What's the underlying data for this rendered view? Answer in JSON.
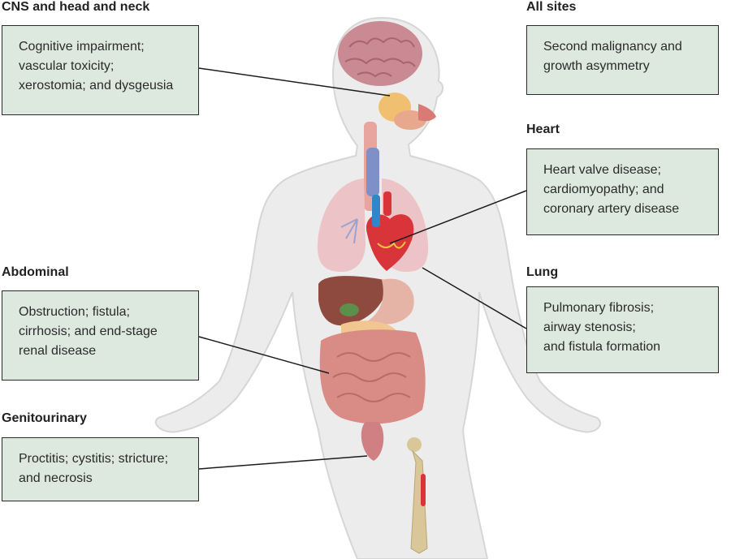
{
  "sections": {
    "cns": {
      "heading": "CNS and head and neck",
      "lines": [
        "Cognitive impairment;",
        "vascular toxicity;",
        "xerostomia; and dysgeusia"
      ]
    },
    "all_sites": {
      "heading": "All sites",
      "lines": [
        "Second malignancy and",
        "growth asymmetry"
      ]
    },
    "heart": {
      "heading": "Heart",
      "lines": [
        "Heart valve disease;",
        "cardiomyopathy; and",
        "coronary artery disease"
      ]
    },
    "abdominal": {
      "heading": "Abdominal",
      "lines": [
        "Obstruction; fistula;",
        "cirrhosis; and end-stage",
        "renal disease"
      ]
    },
    "lung": {
      "heading": "Lung",
      "lines": [
        "Pulmonary fibrosis;",
        "airway stenosis;",
        "and fistula formation"
      ]
    },
    "genitourinary": {
      "heading": "Genitourinary",
      "lines": [
        "Proctitis; cystitis; stricture;",
        "and necrosis"
      ]
    }
  },
  "colors": {
    "box_fill": "#dde8df",
    "box_border": "#2a2a2a",
    "body_fill": "#ececec",
    "body_outline": "#d6d6d6",
    "brain": "#c98a93",
    "lungs": "#ecc3c6",
    "heart_red": "#d8343a",
    "heart_blue": "#2f86c9",
    "liver": "#8e4a3e",
    "intestine": "#d98b86",
    "bone": "#d9c79a",
    "trachea": "#7f8fc7"
  }
}
